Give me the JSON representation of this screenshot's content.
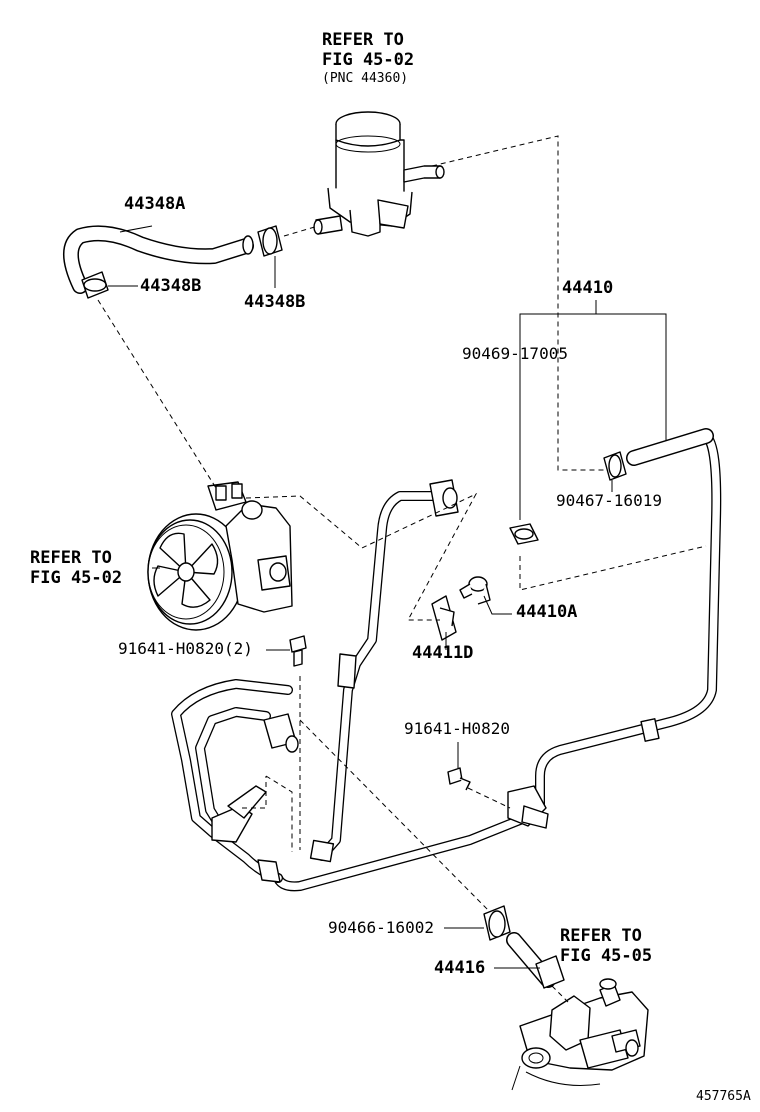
{
  "labels": {
    "reservoir_refer_line1": "REFER TO",
    "reservoir_refer_line2": "FIG 45-02",
    "reservoir_pnc": "(PNC 44360)",
    "hose_44348A": "44348A",
    "clamp_44348B_left": "44348B",
    "clamp_44348B_center": "44348B",
    "pipe_44410": "44410",
    "clamp_90469": "90469-17005",
    "clamp_90467": "90467-16019",
    "pump_refer_line1": "REFER TO",
    "pump_refer_line2": "FIG 45-02",
    "bolt_91641_two": "91641-H0820(2)",
    "union_44410A": "44410A",
    "bracket_44411D": "44411D",
    "bolt_91641_one": "91641-H0820",
    "clamp_90466": "90466-16002",
    "hose_44416": "44416",
    "gear_refer_line1": "REFER TO",
    "gear_refer_line2": "FIG 45-05",
    "illustration_number": "457765A"
  }
}
